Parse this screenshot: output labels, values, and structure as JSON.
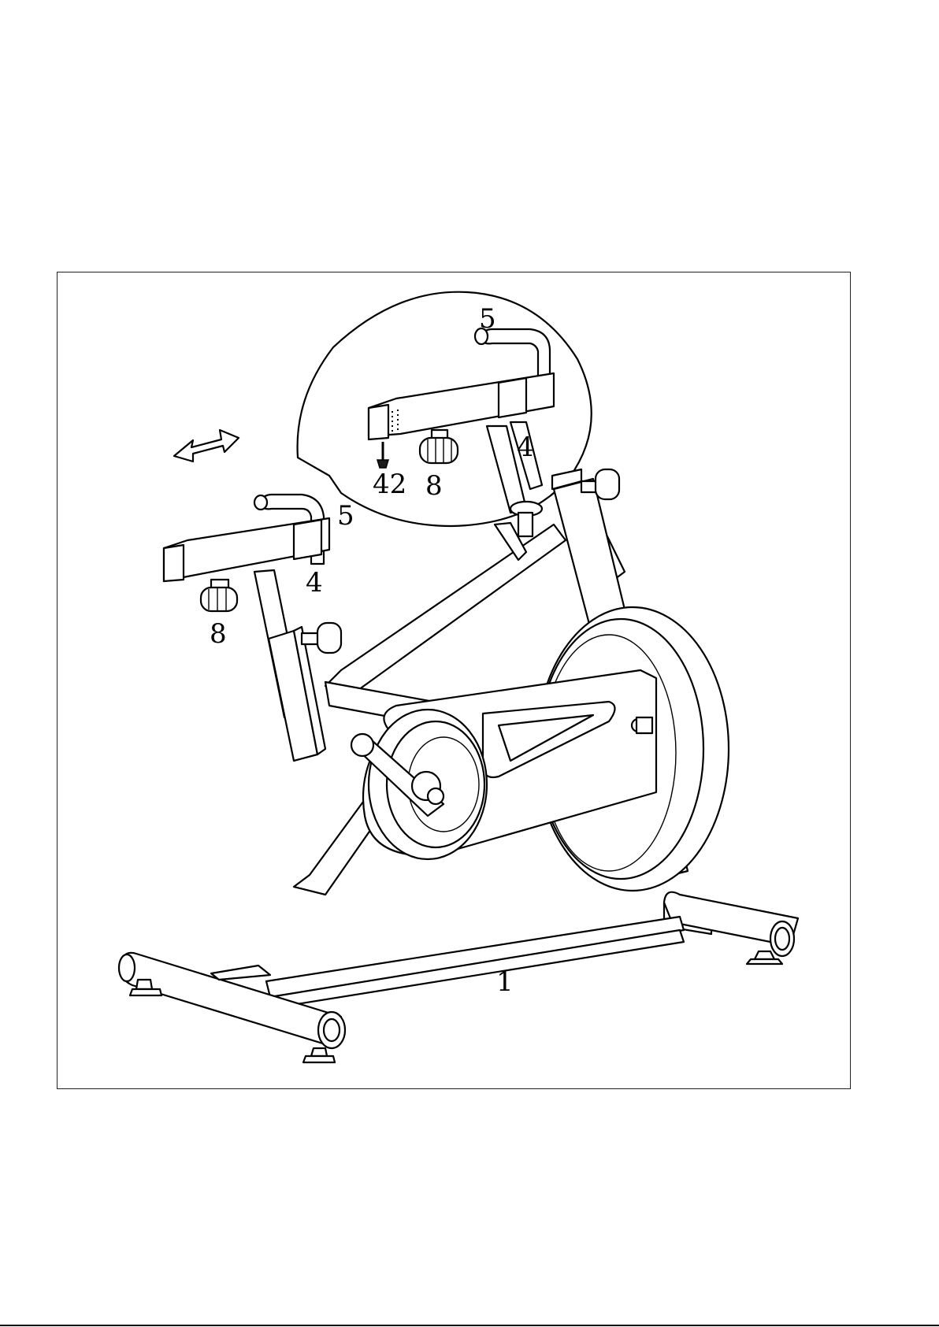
{
  "callouts": {
    "detail_part_5": "5",
    "detail_part_4": "4",
    "detail_part_42": "42",
    "detail_part_8": "8",
    "main_part_5": "5",
    "main_part_4": "4",
    "main_part_8": "8",
    "main_part_1": "1"
  },
  "colors": {
    "ink": "#000000",
    "paper": "#ffffff"
  },
  "icons": [
    "double-arrow-adjust-icon"
  ]
}
